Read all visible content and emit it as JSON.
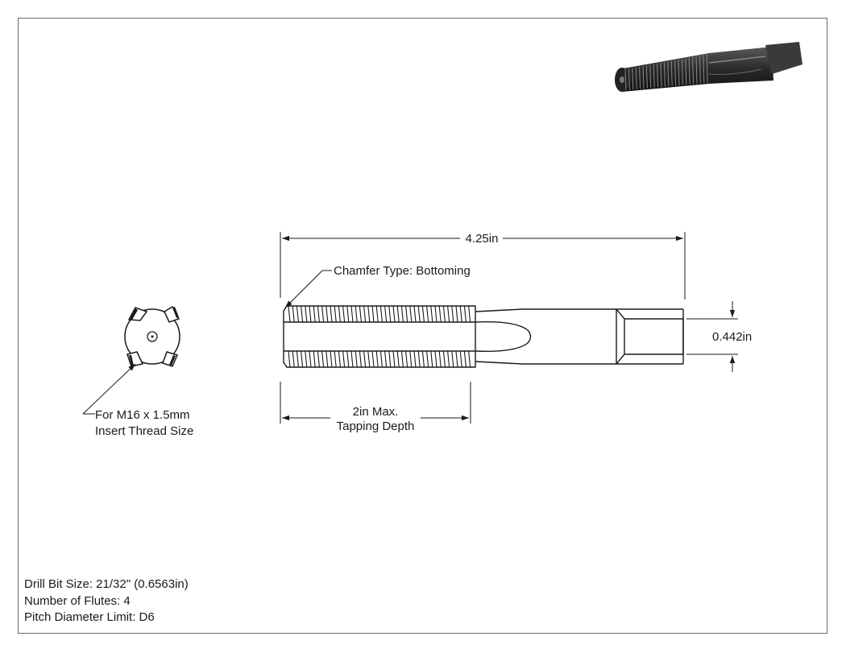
{
  "dimensions": {
    "overall_length": "4.25in",
    "shank_square": "0.442in",
    "tapping_depth_line1": "2in Max.",
    "tapping_depth_line2": "Tapping Depth"
  },
  "callouts": {
    "chamfer": "Chamfer Type: Bottoming",
    "thread_line1": "For M16 x 1.5mm",
    "thread_line2": "Insert Thread Size"
  },
  "notes": [
    "Drill Bit Size: 21/32\" (0.6563in)",
    "Number of Flutes: 4",
    "Pitch Diameter Limit: D6"
  ],
  "colors": {
    "line": "#1a1a1a",
    "frame": "#6a6a6a",
    "tap_dark": "#2b2b2b"
  }
}
